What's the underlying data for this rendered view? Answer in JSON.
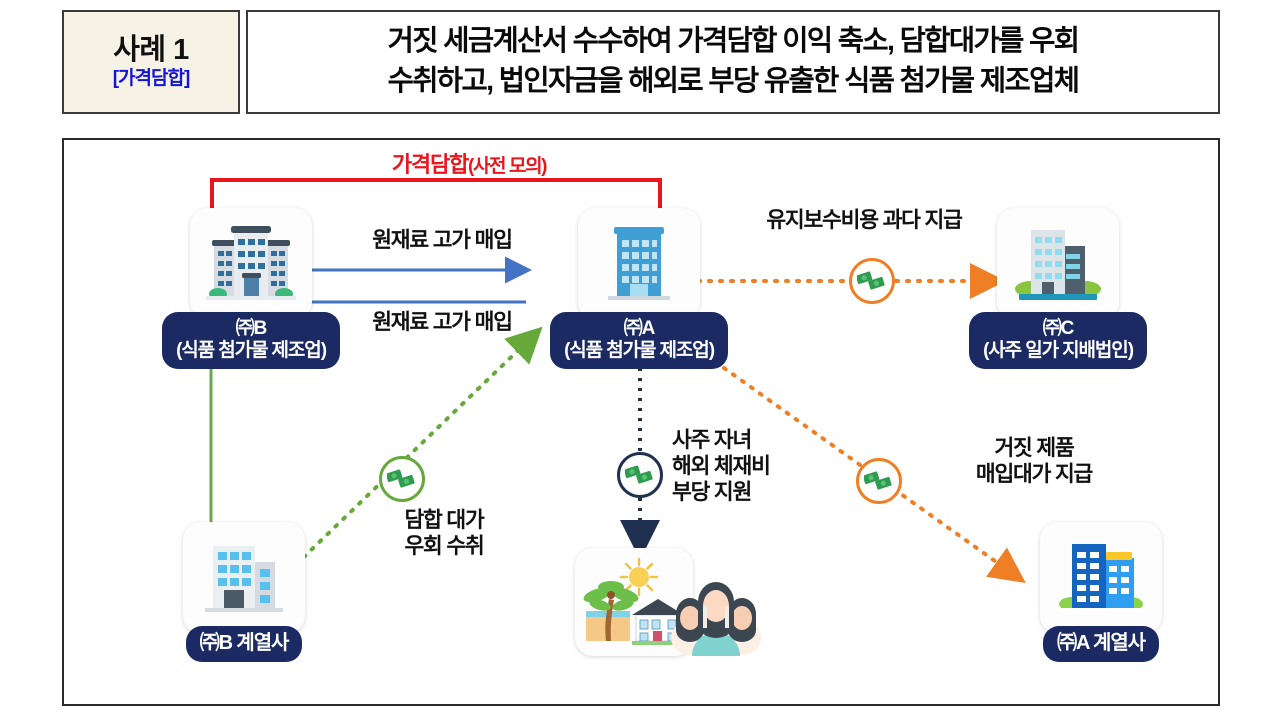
{
  "header": {
    "case_title": "사례 1",
    "case_tag": "[가격담합]",
    "headline_line1": "거짓 세금계산서 수수하여 가격담합 이익 축소, 담합대가를 우회",
    "headline_line2": "수취하고, 법인자금을 해외로 부당 유출한 식품 첨가물 제조업체"
  },
  "diagram": {
    "nodes": {
      "company_b": {
        "label_line1": "㈜B",
        "label_line2": "(식품 첨가물 제조업)",
        "icon": "office-building-gray-icon"
      },
      "company_a": {
        "label_line1": "㈜A",
        "label_line2": "(식품 첨가물 제조업)",
        "icon": "office-building-blue-icon"
      },
      "company_c": {
        "label_line1": "㈜C",
        "label_line2": "(사주 일가 지배법인)",
        "icon": "office-building-teal-icon"
      },
      "company_b_affiliate": {
        "label_line1": "㈜B 계열사",
        "label_line2": "",
        "icon": "office-building-lightblue-icon"
      },
      "company_a_affiliate": {
        "label_line1": "㈜A 계열사",
        "label_line2": "",
        "icon": "office-buildings-blue-icon"
      },
      "overseas_resort": {
        "label_line1": "",
        "label_line2": "",
        "icon": "resort-beach-house-icon"
      },
      "owner_family": {
        "icon": "family-group-icon"
      }
    },
    "edges": {
      "collusion": {
        "label_main": "가격담합",
        "label_sub": "(사전 모의)",
        "color": "#e8161b"
      },
      "raw_material_buy_top": {
        "label": "원재료 고가 매입",
        "color": "#4472c4"
      },
      "raw_material_buy_bottom": {
        "label": "원재료 고가 매입",
        "color": "#4472c4"
      },
      "maintenance_fee": {
        "label": "유지보수비용 과다 지급",
        "color": "#ef7f24"
      },
      "collusion_kickback": {
        "label_line1": "담합 대가",
        "label_line2": "우회 수취",
        "color": "#66a83a"
      },
      "overseas_support": {
        "label_line1": "사주 자녀",
        "label_line2": "해외 체재비",
        "label_line3": "부당 지원",
        "color": "#1f3050"
      },
      "fake_product": {
        "label_line1": "거짓 제품",
        "label_line2": "매입대가 지급",
        "color": "#ef7f24"
      }
    },
    "money_icons": {
      "maintenance": "money-bills-icon",
      "kickback": "money-bills-icon",
      "overseas": "money-bills-icon",
      "fake_product": "money-bills-icon"
    }
  },
  "colors": {
    "navy_label": "#1b2a63",
    "red_accent": "#e8161b",
    "blue_arrow": "#4472c4",
    "orange_arrow": "#ef7f24",
    "green_arrow": "#66a83a",
    "navy_arrow": "#1f3050",
    "badge_bg": "#f7f2e6",
    "tag_blue": "#1414d8"
  }
}
